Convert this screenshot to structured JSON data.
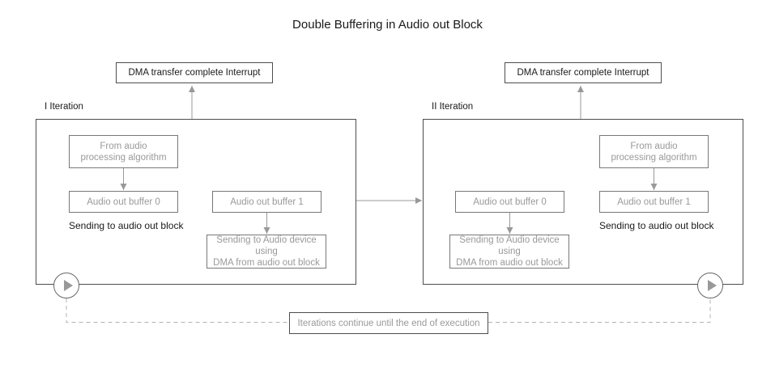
{
  "title": "Double Buffering in Audio out Block",
  "colors": {
    "outer_border": "#4d4d4d",
    "inner_border": "#787878",
    "gray_text": "#999999",
    "dark_text": "#1a1a1a",
    "connector_arrow": "#999999",
    "dashed_connector": "#b3b3b3",
    "play_circle_border": "#666666"
  },
  "icons": {
    "play": "right-pointing-triangle"
  },
  "interrupt_boxes": {
    "left": "DMA transfer complete Interrupt",
    "right": "DMA transfer complete Interrupt"
  },
  "iterations": {
    "left": {
      "label": "I Iteration",
      "from_audio": {
        "line1": "From audio",
        "line2": "processing algorithm"
      },
      "fed_buffer": "Audio out buffer 0",
      "dma_buffer": "Audio out buffer 1",
      "sending_note": "Sending to audio out block",
      "dma_sending": {
        "line1": "Sending to Audio device using",
        "line2": "DMA from audio out block"
      }
    },
    "right": {
      "label": "II Iteration",
      "from_audio": {
        "line1": "From audio",
        "line2": "processing algorithm"
      },
      "fed_buffer": "Audio out buffer 1",
      "dma_buffer": "Audio out buffer 0",
      "sending_note": "Sending to audio out block",
      "dma_sending": {
        "line1": "Sending to Audio device using",
        "line2": "DMA from audio out block"
      }
    }
  },
  "footer": "Iterations continue until the end of execution"
}
